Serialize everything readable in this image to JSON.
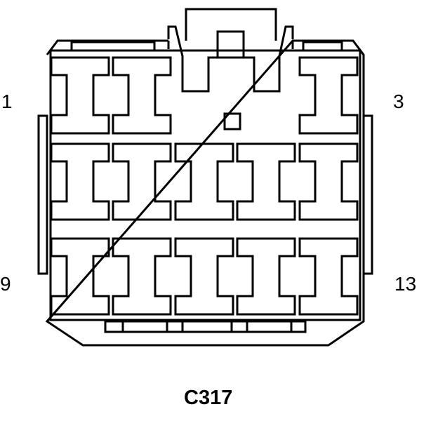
{
  "connector": {
    "id": "C317",
    "pin_labels": {
      "top_left": "1",
      "top_right": "3",
      "bottom_left": "9",
      "bottom_right": "13"
    }
  },
  "colors": {
    "stroke": "#000000",
    "background": "#ffffff"
  }
}
